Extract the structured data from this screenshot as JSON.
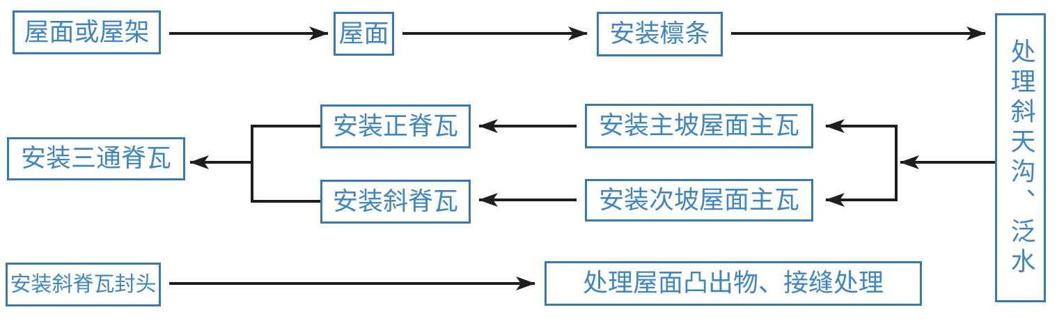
{
  "theme": {
    "background": "#ffffff",
    "box_border": "#3879b4",
    "box_text": "#3f86c0",
    "arrow": "#1e1e1e"
  },
  "nodes": {
    "roof_or_truss": {
      "label": "屋面或屋架"
    },
    "roof": {
      "label": "屋面"
    },
    "install_purlins": {
      "label": "安装檩条"
    },
    "treat_valley_and_flashing": {
      "label": "处理斜天沟、泛水"
    },
    "install_main_slope_main_tiles": {
      "label": "安装主坡屋面主瓦"
    },
    "install_secondary_slope_main_tiles": {
      "label": "安装次坡屋面主瓦"
    },
    "install_main_ridge_tiles": {
      "label": "安装正脊瓦"
    },
    "install_hip_ridge_tiles": {
      "label": "安装斜脊瓦"
    },
    "install_three_way_ridge_tiles": {
      "label": "安装三通脊瓦"
    },
    "install_hip_ridge_end_caps": {
      "label": "安装斜脊瓦封头"
    },
    "treat_protrusions_and_seams": {
      "label": "处理屋面凸出物、接缝处理"
    }
  }
}
